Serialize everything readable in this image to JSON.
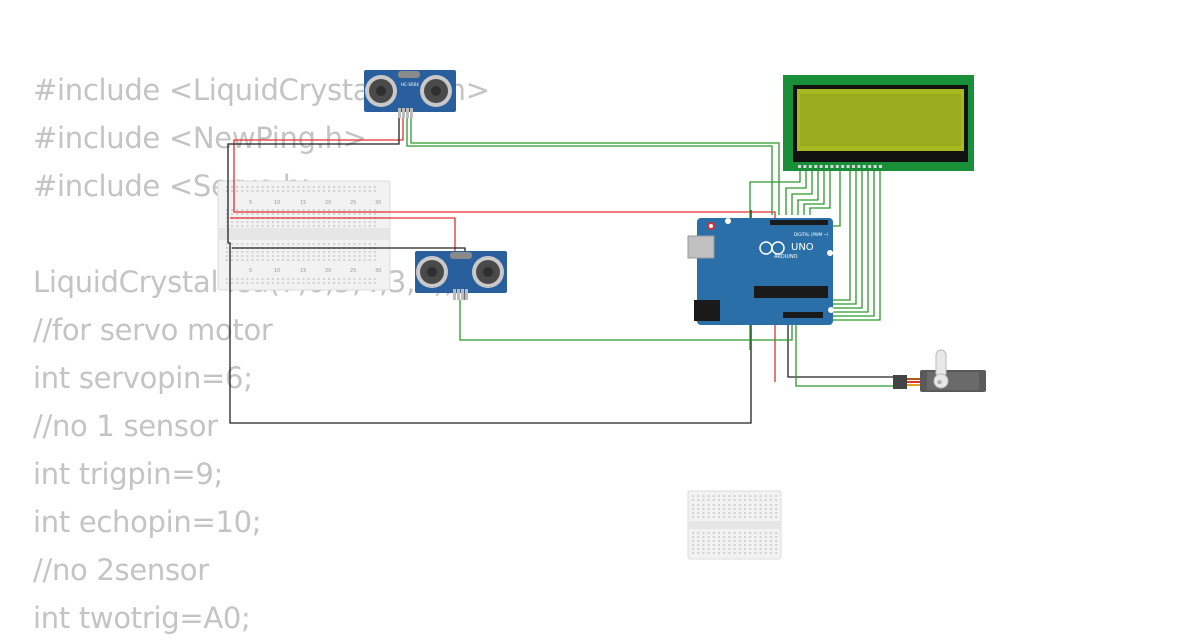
{
  "code_lines": [
    "#include <LiquidCrystal_I2C.h>",
    "#include <NewPing.h>",
    "#include <Servo.h>",
    "",
    "LiquidCrystal lcd(7,6,5,4,3,2);",
    "//for servo motor",
    "int servopin=6;",
    "//no 1 sensor",
    "int trigpin=9;",
    "int echopin=10;",
    "//no 2sensor",
    "int twotrig=A0;"
  ],
  "components": {
    "sensor_label": "HC-SR04",
    "arduino_brand": "ARDUINO",
    "arduino_model": "UNO",
    "arduino_digital": "DIGITAL (PWM ~)",
    "breadboard_numbers": [
      "5",
      "10",
      "15",
      "20",
      "25",
      "30"
    ]
  },
  "colors": {
    "lcd_board": "#1a8f3a",
    "lcd_screen": "#a8b820",
    "arduino": "#2a6fa8",
    "sensor": "#2a5f9e",
    "wire_red": "#e03030",
    "wire_green": "#2a9a2a",
    "wire_black": "#222222",
    "code_text": "#c4c4c4"
  }
}
